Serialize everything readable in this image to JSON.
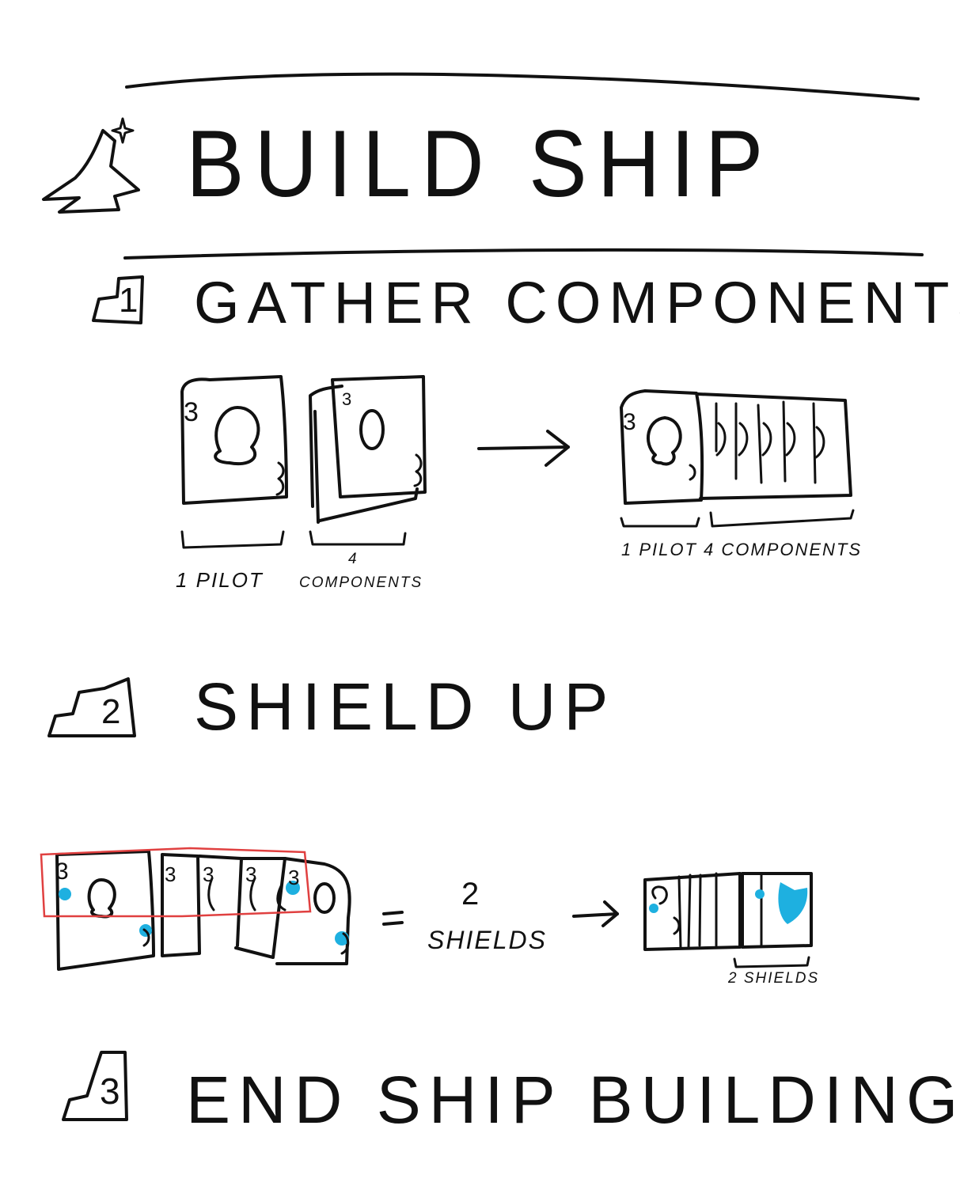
{
  "title": "BUILD SHIP",
  "steps": [
    {
      "number": "1",
      "heading": "GATHER COMPONENTS"
    },
    {
      "number": "2",
      "heading": "SHIELD UP"
    },
    {
      "number": "3",
      "heading": "END SHIP BUILDING"
    }
  ],
  "step1": {
    "pilot_label": "1 PILOT",
    "components_count": "4",
    "components_label": "COMPONENTS",
    "result_label": "1 PILOT  4 COMPONENTS",
    "card_value": "3"
  },
  "step2": {
    "shields_count": "2",
    "shields_word": "SHIELDS",
    "equals": "=",
    "result_label": "2 SHIELDS"
  },
  "colors": {
    "ink": "#111111",
    "shield_blue": "#1eb0e0",
    "highlight": "#e04040"
  },
  "icons": [
    "ship-icon",
    "step-badge-icon",
    "arrow-right-icon",
    "pilot-card-icon",
    "component-card-icon",
    "shield-icon"
  ]
}
